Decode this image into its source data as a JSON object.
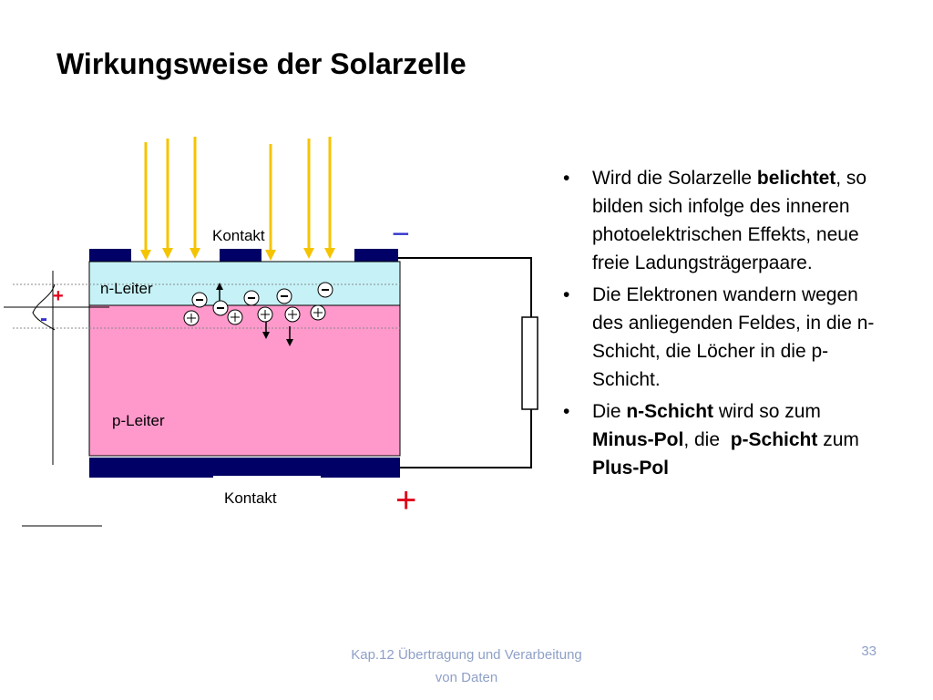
{
  "slide": {
    "title": "Wirkungsweise der Solarzelle"
  },
  "diagram": {
    "kontakt_top": "Kontakt",
    "kontakt_bottom": "Kontakt",
    "n_layer": "n-Leiter",
    "p_layer": "p-Leiter",
    "minus_terminal": "−",
    "plus_terminal": "+",
    "junction_plus": "+",
    "junction_minus": "-",
    "colors": {
      "light_rays": "#f5c400",
      "n_layer": "#c6f2f7",
      "p_layer": "#ff99cc",
      "contact": "#000066",
      "minus_terminal": "#3333cc",
      "plus_terminal": "#e0001a"
    }
  },
  "bullets": {
    "b1": {
      "text_a": "Wird die Solarzelle ",
      "bold": "belichtet",
      "text_b": ", so bilden sich infolge des inneren photoelektrischen Effekts, neue freie Ladungsträgerpaare."
    },
    "b2": {
      "text": "Die Elektronen wandern wegen des anliegenden Feldes, in die n-Schicht, die Löcher in die p-Schicht."
    },
    "b3": {
      "t1": "Die ",
      "bold1": "n-Schicht",
      "t2": " wird so zum ",
      "bold2": "Minus-Pol",
      "t3": ", die  ",
      "bold3": "p-Schicht",
      "t4": " zum ",
      "bold4": "Plus-Pol"
    }
  },
  "footer": {
    "course": "Kap.12 Übertragung und Verarbeitung von Daten",
    "page": "33"
  }
}
